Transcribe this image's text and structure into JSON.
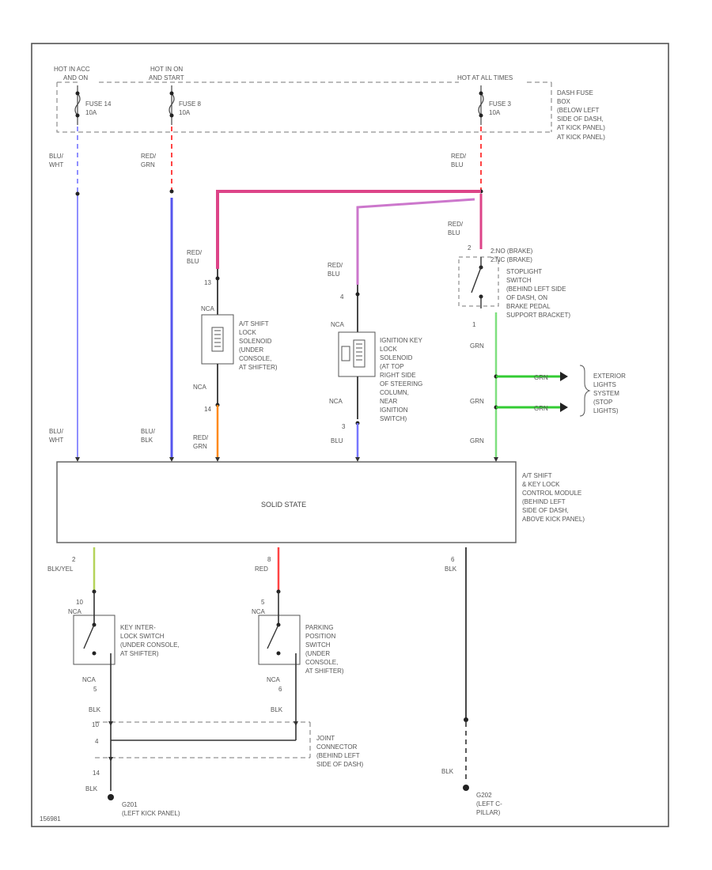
{
  "colors": {
    "blue_wht": "#9090ff",
    "blue_blk": "#5555ee",
    "red_grn": "#ff4444",
    "red_blu": "#dd4488",
    "red_blu_lite": "#cc77cc",
    "orange": "#ff8a1a",
    "green": "#7ee07e",
    "green_bright": "#33cc33",
    "blu": "#7777ff",
    "blk_yel": "#b5d35a",
    "red": "#ff4444"
  },
  "power": {
    "hot_acc": [
      "HOT IN ACC",
      "AND ON"
    ],
    "hot_on": [
      "HOT IN ON",
      "AND START"
    ],
    "hot_all": "HOT AT ALL TIMES",
    "fuse14": [
      "FUSE 14",
      "10A"
    ],
    "fuse8": [
      "FUSE 8",
      "10A"
    ],
    "fuse3": [
      "FUSE 3",
      "10A"
    ],
    "fuse_box": [
      "DASH FUSE",
      "BOX",
      "(BELOW LEFT",
      "SIDE OF DASH,",
      "AT KICK PANEL)"
    ]
  },
  "wires": {
    "blu_wht_1": [
      "BLU/",
      "WHT"
    ],
    "red_grn": [
      "RED/",
      "GRN"
    ],
    "red_blu_top": [
      "RED/",
      "BLU"
    ],
    "red_blu_sw": [
      "RED/",
      "BLU"
    ],
    "red_blu_sol": [
      "RED/",
      "BLU"
    ],
    "red_blu_key": [
      "RED/",
      "BLU"
    ],
    "blu_wht_2": [
      "BLU/",
      "WHT"
    ],
    "blu_blk": [
      "BLU/",
      "BLK"
    ],
    "red_grn_2": [
      "RED/",
      "GRN"
    ],
    "blu": "BLU",
    "grn1": "GRN",
    "grn2": "GRN",
    "grn3": "GRN",
    "grn_to1": "GRN",
    "grn_to2": "GRN",
    "blk_yel": "BLK/YEL",
    "red": "RED",
    "blk_mod": "BLK",
    "blk1": "BLK",
    "blk2": "BLK",
    "blk3": "BLK",
    "blk4": "BLK"
  },
  "pins": {
    "p13": "13",
    "p14": "14",
    "p4": "4",
    "p3": "3",
    "p2": "2",
    "p1": "1",
    "p2b": "2",
    "p10": "10",
    "p8": "8",
    "p5": "5",
    "p6": "6",
    "p5b": "5",
    "p4b": "4",
    "p10b": "10",
    "p14b": "14",
    "nca1": "NCA",
    "nca2": "NCA",
    "nca3": "NCA",
    "nca4": "NCA",
    "nca5": "NCA",
    "nca6": "NCA",
    "nca7": "NCA"
  },
  "components": {
    "shift_solenoid": [
      "A/T SHIFT",
      "LOCK",
      "SOLENOID",
      "(UNDER",
      "CONSOLE,",
      "AT SHIFTER)"
    ],
    "key_solenoid": [
      "IGNITION KEY",
      "LOCK",
      "SOLENOID",
      "(AT TOP",
      "RIGHT SIDE",
      "OF STEERING",
      "COLUMN,",
      "NEAR",
      "IGNITION",
      "SWITCH)"
    ],
    "stoplight_sw_states": [
      "2:NO (BRAKE)",
      "2:NC (BRAKE)"
    ],
    "stoplight_sw": [
      "STOPLIGHT",
      "SWITCH",
      "(BEHIND LEFT SIDE",
      "OF DASH, ON",
      "BRAKE PEDAL",
      "SUPPORT BRACKET)"
    ],
    "exterior_lights": [
      "EXTERIOR",
      "LIGHTS",
      "SYSTEM",
      "(STOP",
      "LIGHTS)"
    ],
    "module_state": "SOLID STATE",
    "module": [
      "A/T SHIFT",
      "& KEY LOCK",
      "CONTROL MODULE",
      "(BEHIND LEFT",
      "SIDE OF DASH,",
      "ABOVE KICK PANEL)"
    ],
    "key_interlock": [
      "KEY INTER-",
      "LOCK SWITCH",
      "(UNDER CONSOLE,",
      "AT SHIFTER)"
    ],
    "park_switch": [
      "PARKING",
      "POSITION",
      "SWITCH",
      "(UNDER",
      "CONSOLE,",
      "AT SHIFTER)"
    ],
    "joint_connector": [
      "JOINT",
      "CONNECTOR",
      "(BEHIND LEFT",
      "SIDE OF DASH)"
    ],
    "g201": [
      "G201",
      "(LEFT KICK PANEL)"
    ],
    "g202": [
      "G202",
      "(LEFT C-",
      "PILLAR)"
    ]
  },
  "footer": {
    "ref": "156981"
  }
}
